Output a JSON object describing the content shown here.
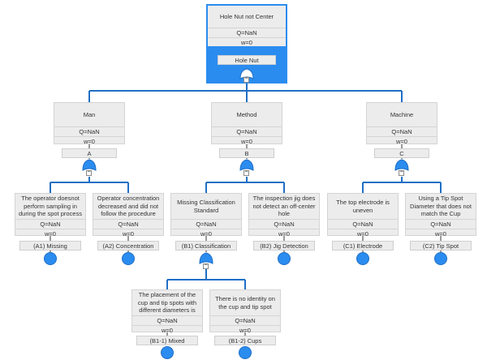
{
  "top": {
    "title": "Hole Nut not Center",
    "q": "Q=NaN",
    "w": "w=0",
    "label": "Hole Nut"
  },
  "categories": [
    {
      "title": "Man",
      "q": "Q=NaN",
      "w": "w=0",
      "label": "A"
    },
    {
      "title": "Method",
      "q": "Q=NaN",
      "w": "w=0",
      "label": "B"
    },
    {
      "title": "Machine",
      "q": "Q=NaN",
      "w": "w=0",
      "label": "C"
    }
  ],
  "causes": [
    {
      "title": "The operator doesnot perform sampling in during the spot process",
      "q": "Q=NaN",
      "w": "w=0",
      "label": "(A1) Missing"
    },
    {
      "title": "Operator concentration decreased and did not follow the procedure",
      "q": "Q=NaN",
      "w": "w=0",
      "label": "(A2) Concentration"
    },
    {
      "title": "Missing Classification Standard",
      "q": "Q=NaN",
      "w": "w=0",
      "label": "(B1) Classification"
    },
    {
      "title": "The inspection jig does not detect an off-center hole",
      "q": "Q=NaN",
      "w": "w=0",
      "label": "(B2) Jig Detection"
    },
    {
      "title": "The top electrode is uneven",
      "q": "Q=NaN",
      "w": "w=0",
      "label": "(C1) Electrode"
    },
    {
      "title": "Using a Tip Spot Diameter that does not match the Cup",
      "q": "Q=NaN",
      "w": "w=0",
      "label": "(C2) Tip Spot"
    }
  ],
  "subcauses": [
    {
      "title": "The placement of the cup and tip spots with different diameters is",
      "q": "Q=NaN",
      "w": "w=0",
      "label": "(B1-1) Mixed"
    },
    {
      "title": "There is no identity on the cup and tip spot",
      "q": "Q=NaN",
      "w": "w=0",
      "label": "(B1-2) Cups"
    }
  ],
  "collapse_symbol": "−",
  "colors": {
    "accent": "#2b8cf0",
    "node": "#ececec",
    "line": "#1f6fc4"
  }
}
